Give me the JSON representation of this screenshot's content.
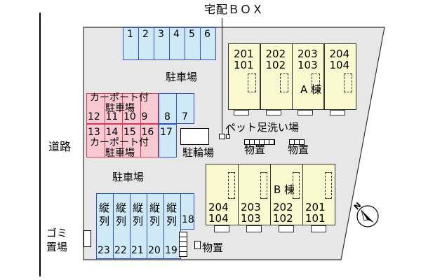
{
  "labels": {
    "takuhai_box": "宅配ＢＯＸ",
    "road": "道路",
    "parking_top": "駐車場",
    "parking_left": "駐車場",
    "bike_parking": "駐輪場",
    "pet_wash": "ペット足洗い場",
    "storage_1": "物置",
    "storage_2": "物置",
    "storage_bottom": "物置",
    "garbage_1": "ゴミ",
    "garbage_2": "置場",
    "building_a": "A 棟",
    "building_b": "B 棟",
    "carport_1a": "カーポート付",
    "carport_1b": "駐車場",
    "carport_2a": "カーポート付",
    "carport_2b": "駐車場",
    "tandem": "縦",
    "tandem_row": "列"
  },
  "parking": {
    "top_row": [
      "1",
      "2",
      "3",
      "4",
      "5",
      "6"
    ],
    "mid_red_upper": [
      "12",
      "11",
      "10",
      "9"
    ],
    "mid_blue_upper": [
      "8",
      "7"
    ],
    "mid_red_lower": [
      "13",
      "14",
      "15",
      "16"
    ],
    "mid_blue_lower": [
      "17"
    ],
    "bottom_numbers": [
      "23",
      "22",
      "21",
      "20",
      "19"
    ],
    "bottom_single": "18"
  },
  "building_a_units": [
    {
      "upper": "201",
      "lower": "101"
    },
    {
      "upper": "202",
      "lower": "102"
    },
    {
      "upper": "203",
      "lower": "103"
    },
    {
      "upper": "204",
      "lower": "104"
    }
  ],
  "building_b_units": [
    {
      "upper": "204",
      "lower": "104"
    },
    {
      "upper": "203",
      "lower": "103"
    },
    {
      "upper": "202",
      "lower": "102"
    },
    {
      "upper": "201",
      "lower": "101"
    }
  ],
  "compass": {
    "letter": "N"
  },
  "colors": {
    "parking_blue": "#cfe9f7",
    "parking_blue_border": "#2f52c9",
    "carport_pink": "#f7c9d3",
    "carport_border": "#d43b52",
    "building_yellow": "#fbf9cf",
    "lot_gray": "#e7e7e7"
  }
}
